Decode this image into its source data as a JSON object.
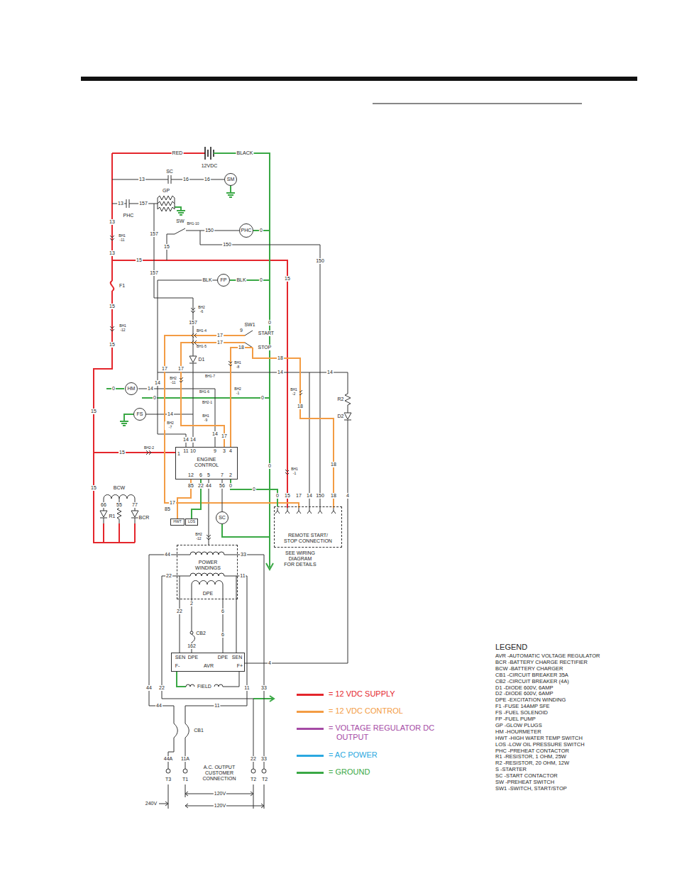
{
  "diagram": {
    "nodes": [
      {
        "text": [
          "SM"
        ]
      },
      {
        "text": [
          "PHC"
        ]
      },
      {
        "text": [
          "FP"
        ]
      },
      {
        "text": [
          "HM"
        ]
      },
      {
        "text": [
          "FS"
        ]
      },
      {
        "text": [
          "ENGINE CONTROL"
        ]
      },
      {
        "text": [
          "HWT"
        ]
      },
      {
        "text": [
          "LOS"
        ]
      },
      {
        "text": [
          "SC"
        ]
      },
      {
        "text": [
          "REMOTE START/ STOP CONNECTION"
        ]
      },
      {
        "text": [
          "POWER WINDINGS",
          "DPE"
        ]
      },
      {
        "text": [
          "SEN",
          "DPE",
          "DPE",
          "SEN",
          "F-",
          "AVR",
          "F+"
        ]
      }
    ],
    "edges": [
      {
        "from": 8,
        "to": 5,
        "label": "56",
        "arrow": "none"
      },
      {
        "from": 6,
        "to": 5,
        "label": "85",
        "arrow": "none"
      },
      {
        "from": 7,
        "to": 5,
        "label": "22",
        "arrow": "none"
      },
      {
        "from": 5,
        "to": 9,
        "label": "0",
        "arrow": "none"
      },
      {
        "from": 10,
        "to": 11,
        "label": "6",
        "arrow": "none"
      }
    ],
    "labels": [
      "RED",
      "12VDC",
      "BLACK",
      "13",
      "SC",
      "16",
      "16",
      "13",
      "157",
      "GP",
      "PHC",
      "SW",
      "BH1-10",
      "150",
      "0",
      "15",
      "157",
      "150",
      "13",
      "BH1 -11",
      "13",
      "15",
      "150",
      "157",
      "F1",
      "15",
      "BLK",
      "BLK",
      "0",
      "15",
      "BH2 -6",
      "157",
      "0",
      "BH1 -12",
      "15",
      "SW1",
      "START",
      "STOP",
      "BH1-4",
      "BH1-5",
      "17",
      "17",
      "9",
      "18",
      "18",
      "D1",
      "BH1 -8",
      "14",
      "17",
      "14",
      "14",
      "BH2 -11",
      "17",
      "BH1-7",
      "BH2 -1",
      "BH1-6",
      "0",
      "14",
      "0",
      "0",
      "BH1 -2",
      "R2",
      "D2",
      "BH2-1",
      "14",
      "BH2 -7",
      "BH1 -9",
      "18",
      "14",
      "14",
      "14",
      "17",
      "15",
      "15",
      "BH2-2",
      "0",
      "18",
      "BH1 -1",
      "11",
      "10",
      "9",
      "3",
      "4",
      "1",
      "12",
      "6",
      "5",
      "7",
      "2",
      "44",
      "15",
      "BCW",
      "66",
      "55",
      "77",
      "R1",
      "BCR",
      "17",
      "85",
      "0",
      "4",
      "0",
      "15",
      "17",
      "14",
      "150",
      "18",
      "SEE WIRING DIAGRAM FOR DETAILS",
      "BH2 -12",
      "44",
      "33",
      "22",
      "11",
      "2",
      "22",
      "CB2",
      "162",
      "6",
      "4",
      "44",
      "22",
      "FIELD",
      "11",
      "33",
      "44",
      "11",
      "CB1",
      "44A",
      "11A",
      "22",
      "33",
      "T3",
      "T1",
      "T2",
      "T2",
      "A.C. OUTPUT CUSTOMER CONNECTION",
      "240V",
      "120V",
      "120V",
      "LEGEND",
      "AVR -AUTOMATIC VOLTAGE REGULATOR",
      "BCR -BATTERY CHARGE RECTIFIER",
      "BCW -BATTERY CHARGER",
      "CB1 -CIRCUIT BREAKER 35A",
      "CB2 -CIRCUIT BREAKER (4A)",
      "D1 -DIODE 600V, 6AMP",
      "D2 -DIODE 600V, 6AMP",
      "DPE -EXCITATION WINDING",
      "F1 -FUSE 14AMP SFE",
      "FS -FUEL SOLENOID",
      "FP -FUEL PUMP",
      "GP -GLOW PLUGS",
      "HM -HOURMETER",
      "HWT -HIGH WATER TEMP SWITCH",
      "LOS -LOW OIL PRESSURE SWITCH",
      "PHC -PREHEAT CONTACTOR",
      "R1 -RESISTOR, 1 OHM, 25W",
      "R2 -RESISTOR, 20 OHM, 12W",
      "S -STARTER",
      "SC -START CONTACTOR",
      "SW -PREHEAT SWITCH",
      "SW1 -SWITCH, START/STOP"
    ],
    "legend": [
      {
        "text": "= 12 VDC SUPPLY",
        "color": "#e4262c"
      },
      {
        "text": "= 12 VDC CONTROL",
        "color": "#f39c44"
      },
      {
        "text": "= VOLTAGE REGULATOR DC OUTPUT",
        "color": "#a54aa5"
      },
      {
        "text": "= AC POWER",
        "color": "#2aa8e0"
      },
      {
        "text": "= GROUND",
        "color": "#3aa845"
      }
    ]
  }
}
